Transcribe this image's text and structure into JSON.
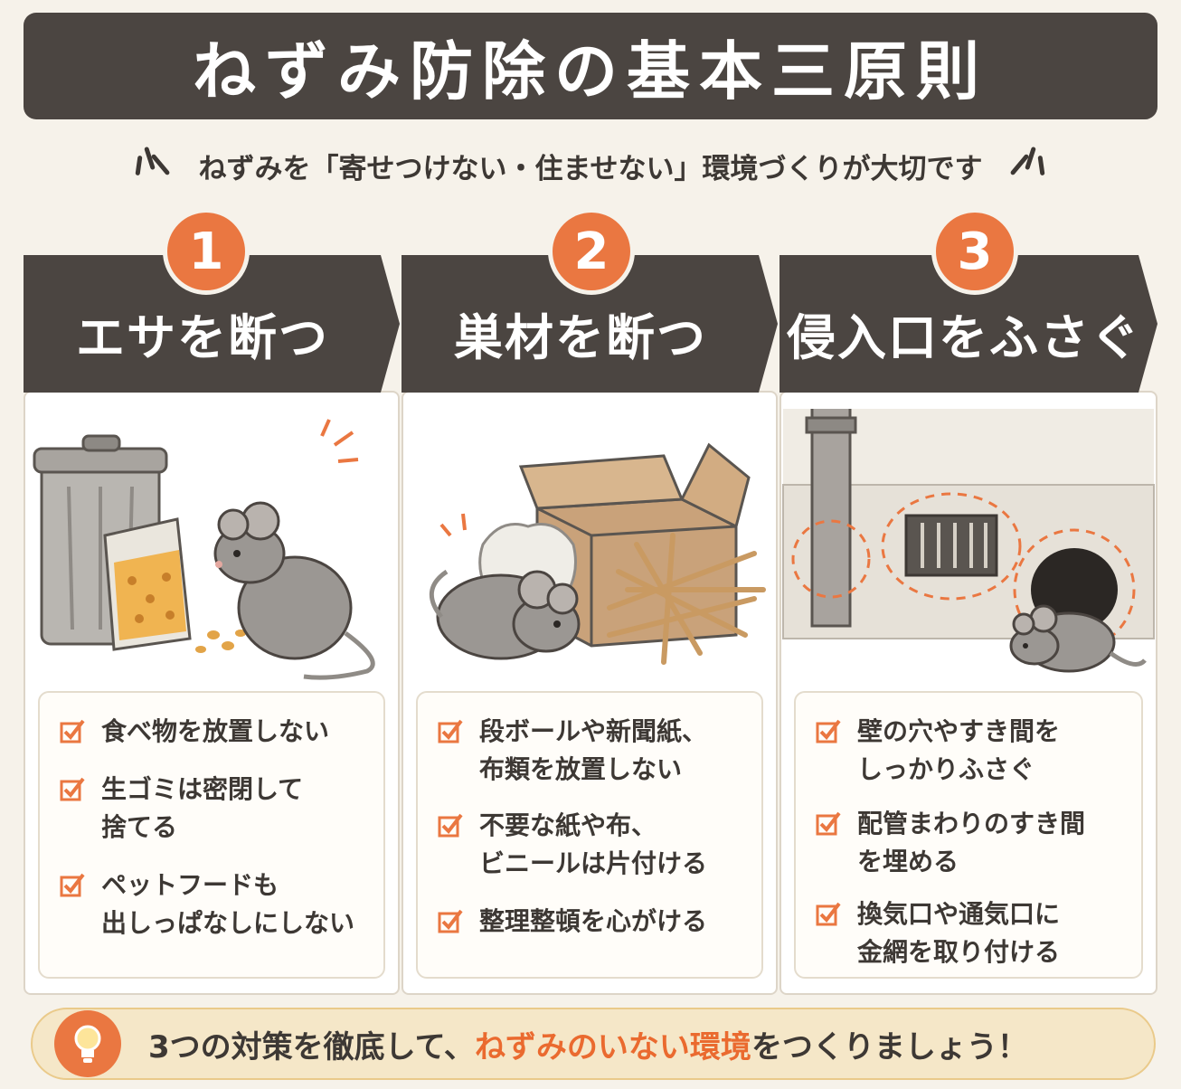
{
  "title": "ねずみ防除の基本三原則",
  "subtitle": "ねずみを「寄せつけない・住ませない」環境づくりが大切です",
  "principles": [
    {
      "number": "1",
      "heading": "エサを断つ",
      "tips": [
        "食べ物を放置しない",
        "生ゴミは密閉して\n捨てる",
        "ペットフードも\n出しっぱなしにしない"
      ]
    },
    {
      "number": "2",
      "heading": "巣材を断つ",
      "tips": [
        "段ボールや新聞紙、\n布類を放置しない",
        "不要な紙や布、\nビニールは片付ける",
        "整理整頓を心がける"
      ]
    },
    {
      "number": "3",
      "heading": "侵入口をふさぐ",
      "tips": [
        "壁の穴やすき間を\nしっかりふさぐ",
        "配管まわりのすき間\nを埋める",
        "換気口や通気口に\n金網を取り付ける"
      ]
    }
  ],
  "footer": {
    "prefix": "3つの対策を徹底して、",
    "highlight": "ねずみのいない環境",
    "suffix": "をつくりましょう！"
  },
  "colors": {
    "dark": "#4b4541",
    "accent_orange": "#ea7741",
    "background": "#f6f2ea",
    "footer_bg": "#f5e7c8"
  },
  "icons": [
    "trash-can-icon",
    "food-bag-icon",
    "mouse-icon",
    "cardboard-box-icon",
    "paper-icon",
    "straw-icon",
    "pipe-icon",
    "vent-icon",
    "wall-hole-icon",
    "lightbulb-icon",
    "checkbox-icon"
  ]
}
